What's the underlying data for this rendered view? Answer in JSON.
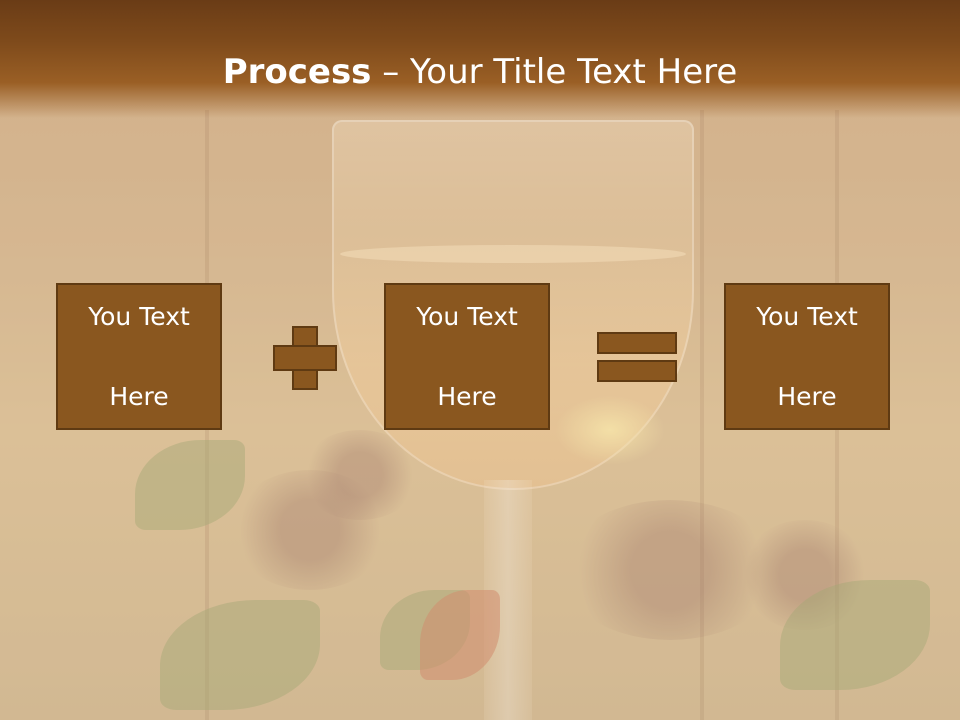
{
  "title": {
    "bold": "Process",
    "rest": " – Your Title Text Here"
  },
  "boxes": [
    {
      "line1": "You Text",
      "line2": "Here"
    },
    {
      "line1": "You Text",
      "line2": "Here"
    },
    {
      "line1": "You Text",
      "line2": "Here"
    }
  ],
  "symbols": {
    "operator_1": "plus-icon",
    "operator_2": "equals-icon"
  },
  "colors": {
    "title_band": "#7e4a1b",
    "box_fill": "#8a571f",
    "box_border": "#5f3a12",
    "text": "#ffffff"
  }
}
